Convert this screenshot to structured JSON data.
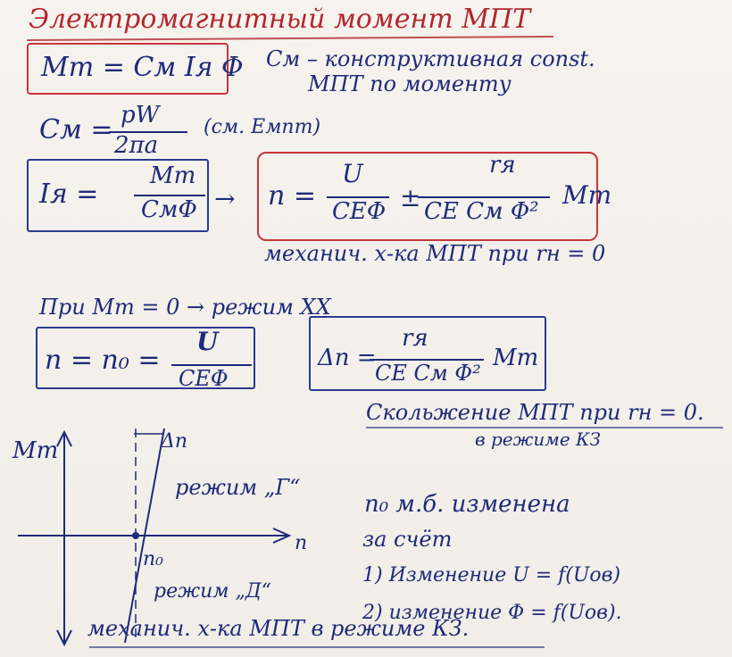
{
  "title": "Электромагнитный момент МПТ",
  "formula_torque": "Mт = Cм Iя Φ",
  "note_cm_line1": "Cм – конструктивная const.",
  "note_cm_line2": "МПТ по моменту",
  "formula_cm": {
    "lhs": "Cм =",
    "numerator": "pW",
    "denominator": "2πa",
    "note": "(см. Eмпт)"
  },
  "formula_current": {
    "lhs": "Iя =",
    "numerator": "Mт",
    "denominator": "CмΦ",
    "arrow": "→"
  },
  "formula_speed": {
    "lhs": "n =",
    "num1": "U",
    "den1": "CEΦ",
    "sign": "±",
    "num2": "rя",
    "den2": "CE Cм Φ²",
    "tail": "Mт"
  },
  "note_mech": "механич. х-ка МПТ при rн = 0",
  "line_idle": "При Mт = 0 → режим ХХ",
  "formula_idle": {
    "lhs": "n = n₀ =",
    "numerator": "U",
    "denominator": "CEΦ"
  },
  "formula_delta": {
    "lhs": "Δn =",
    "numerator": "rя",
    "denominator": "CE Cм Φ²",
    "tail": "Mт"
  },
  "note_slip": "Скольжение МПТ при rн = 0.",
  "note_kz": "в режиме КЗ",
  "graph": {
    "y_label": "Mт",
    "x_label": "n",
    "delta_label": "Δn",
    "origin_label": "n₀",
    "region_upper": "режим „Г“",
    "region_lower": "режим „Д“"
  },
  "right_notes": [
    "n₀ м.б. изменена",
    "за счёт",
    "1) Изменение U = f(Uов)",
    "2) изменение Φ = f(Uов)."
  ],
  "bottom_note": "механич. х-ка МПТ в режиме КЗ.",
  "colors": {
    "ink_blue": "#1f2a7a",
    "ink_red": "#b3262e",
    "paper": "#f4f1ec"
  }
}
